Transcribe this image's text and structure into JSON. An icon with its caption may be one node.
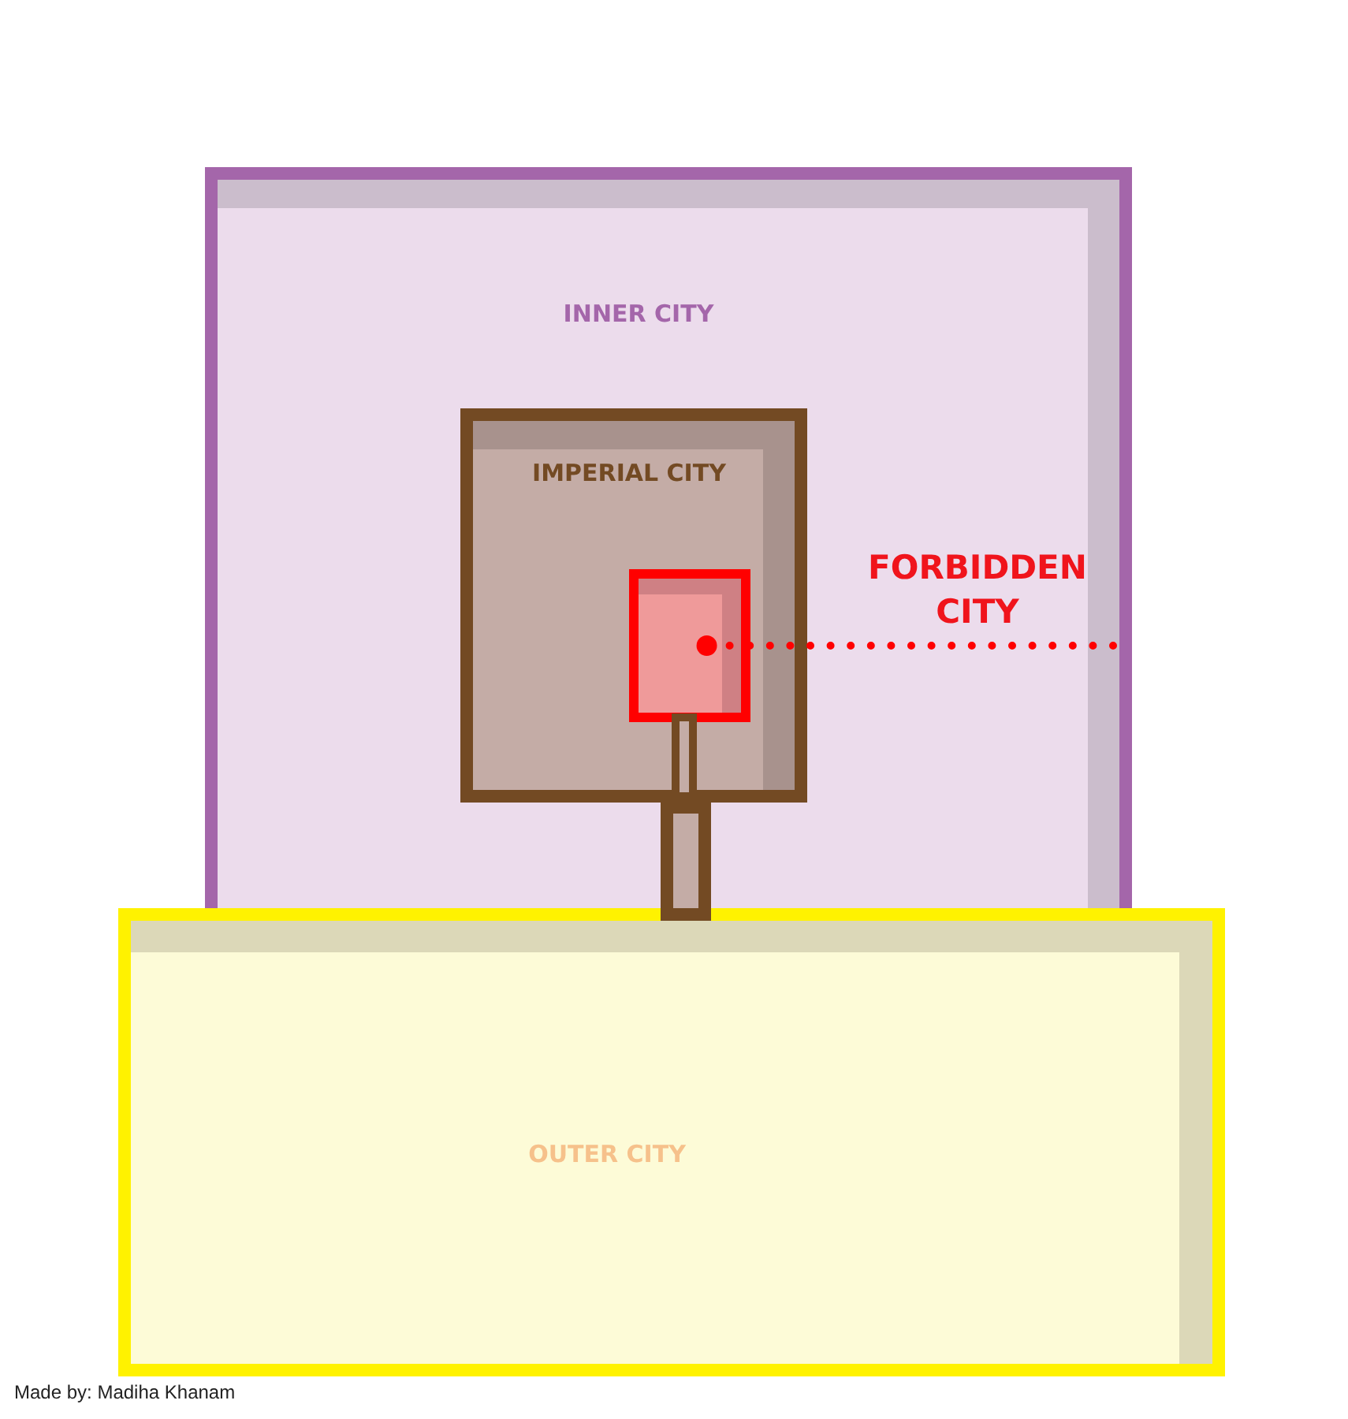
{
  "diagram": {
    "nodes": [
      {
        "text": [
          "INNER CITY"
        ]
      },
      {
        "text": [
          "IMPERIAL CITY"
        ],
        "in": 0
      },
      {
        "text": [],
        "shape": "box",
        "in": 1
      },
      {
        "text": [
          "FORBIDDEN CITY"
        ],
        "in": 0
      },
      {
        "text": [
          "OUTER CITY"
        ]
      }
    ],
    "edges": [
      {
        "from": 3,
        "to": 2,
        "arrow": "other",
        "style": "dashed",
        "color": "#ff0000"
      }
    ],
    "labels": [
      "Made by: Madiha Khanam"
    ]
  }
}
